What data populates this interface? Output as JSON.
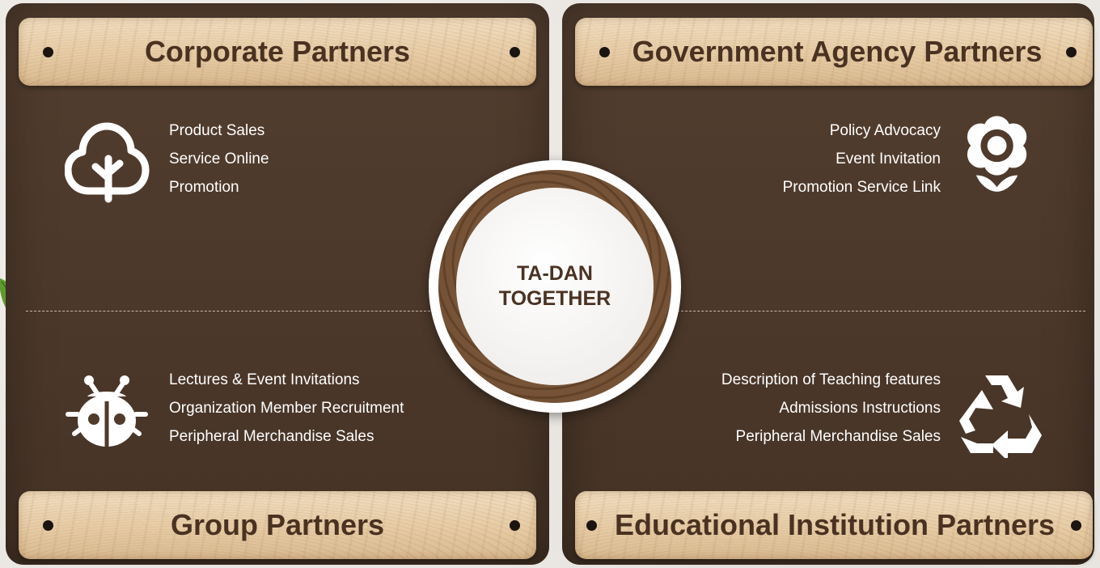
{
  "quadrants": {
    "top_left": {
      "title": "Corporate Partners",
      "items": [
        "Product Sales",
        "Service Online",
        "Promotion"
      ],
      "icon": "tree-icon"
    },
    "top_right": {
      "title": "Government Agency Partners",
      "items": [
        "Policy Advocacy",
        "Event Invitation",
        "Promotion Service Link"
      ],
      "icon": "flower-icon"
    },
    "bottom_left": {
      "title": "Group Partners",
      "items": [
        "Lectures & Event Invitations",
        "Organization Member Recruitment",
        "Peripheral Merchandise Sales"
      ],
      "icon": "ladybug-icon"
    },
    "bottom_right": {
      "title": "Educational Institution Partners",
      "items": [
        "Description of Teaching features",
        "Admissions Instructions",
        "Peripheral Merchandise Sales"
      ],
      "icon": "recycle-icon"
    }
  },
  "center": {
    "line1": "TA-DAN",
    "line2": "TOGETHER"
  },
  "colors": {
    "panel": "#4f3a2b",
    "plank": "#e6cba4",
    "title_text": "#4a3222",
    "item_text": "#ffffff",
    "leaf": "#5f9a2e"
  }
}
